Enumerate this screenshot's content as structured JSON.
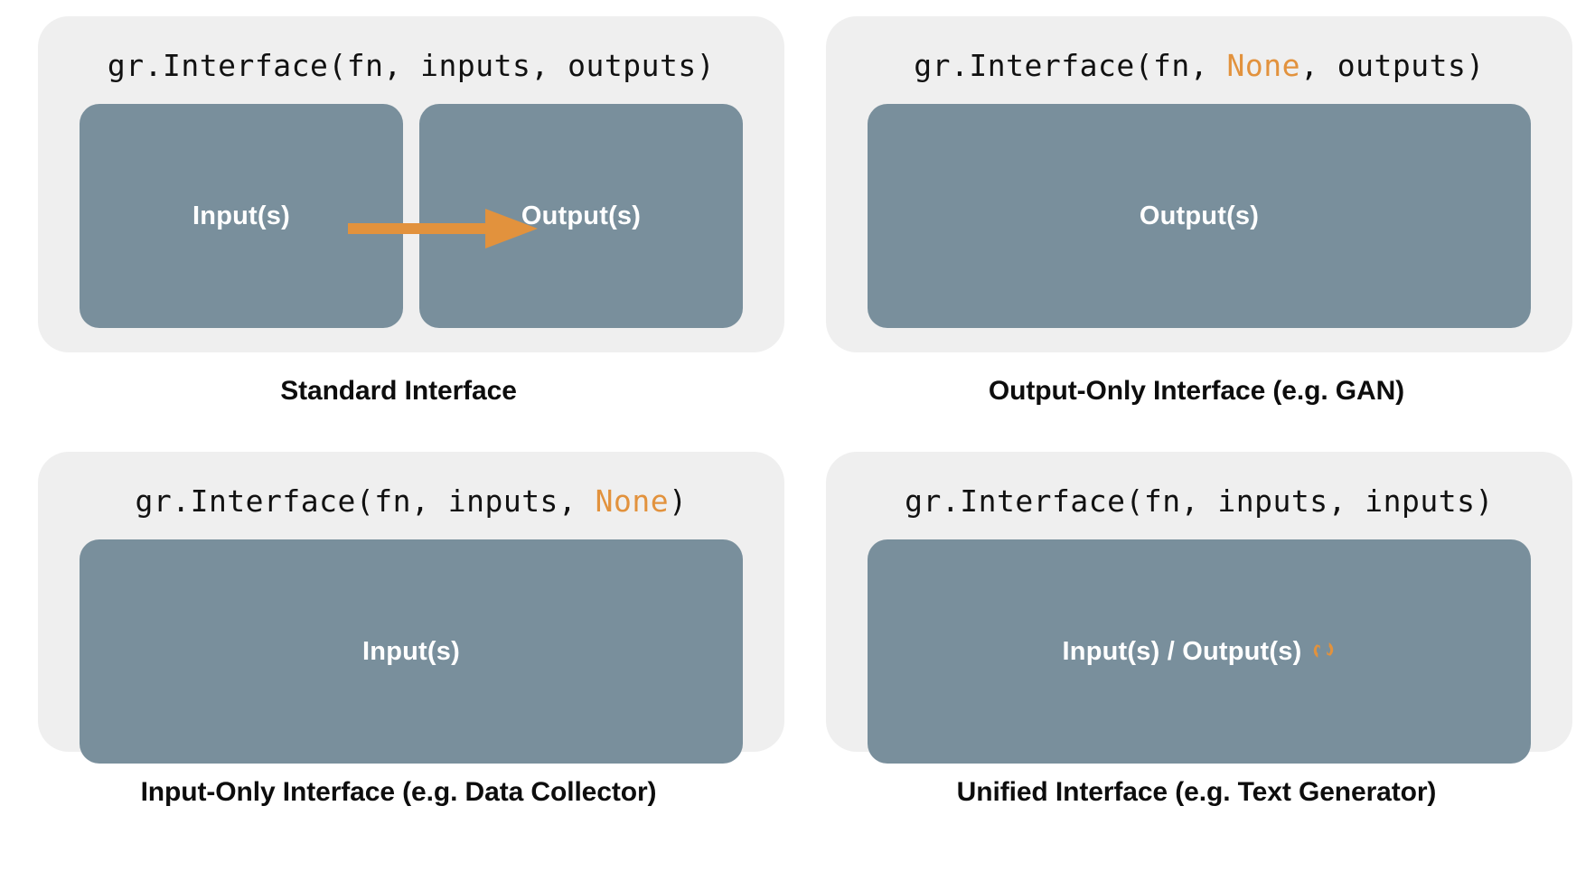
{
  "colors": {
    "page_background": "#ffffff",
    "panel_background": "#efefef",
    "box_fill": "#798f9c",
    "accent_orange": "#e2923d",
    "box_text": "#ffffff",
    "caption_text": "#0d0d0d",
    "code_text": "#111111"
  },
  "panels": [
    {
      "id": "standard-interface",
      "code": {
        "prefix": "gr.Interface(fn, inputs, outputs)",
        "before": "gr.Interface(fn, inputs, outputs)",
        "highlight": "",
        "after": ""
      },
      "boxes": [
        {
          "label": "Input(s)"
        },
        {
          "label": "Output(s)"
        }
      ],
      "arrow": {
        "present": true,
        "direction": "right",
        "icon": "arrow-right-icon",
        "color": "#e2923d"
      },
      "caption": "Standard Interface"
    },
    {
      "id": "output-only-interface",
      "code": {
        "before": "gr.Interface(fn, ",
        "highlight": "None",
        "after": ", outputs)"
      },
      "boxes": [
        {
          "label": "Output(s)"
        }
      ],
      "arrow": {
        "present": false
      },
      "caption": "Output-Only Interface (e.g. GAN)"
    },
    {
      "id": "input-only-interface",
      "code": {
        "before": "gr.Interface(fn, inputs, ",
        "highlight": "None",
        "after": ")"
      },
      "boxes": [
        {
          "label": "Input(s)"
        }
      ],
      "arrow": {
        "present": false
      },
      "caption": "Input-Only Interface (e.g. Data Collector)"
    },
    {
      "id": "unified-interface",
      "code": {
        "before": "gr.Interface(fn, inputs, inputs)",
        "highlight": "",
        "after": ""
      },
      "boxes": [
        {
          "label": "Input(s) / Output(s)",
          "trailing_icon": "loop-arrows-icon"
        }
      ],
      "arrow": {
        "present": false
      },
      "caption": "Unified Interface (e.g. Text Generator)"
    }
  ]
}
